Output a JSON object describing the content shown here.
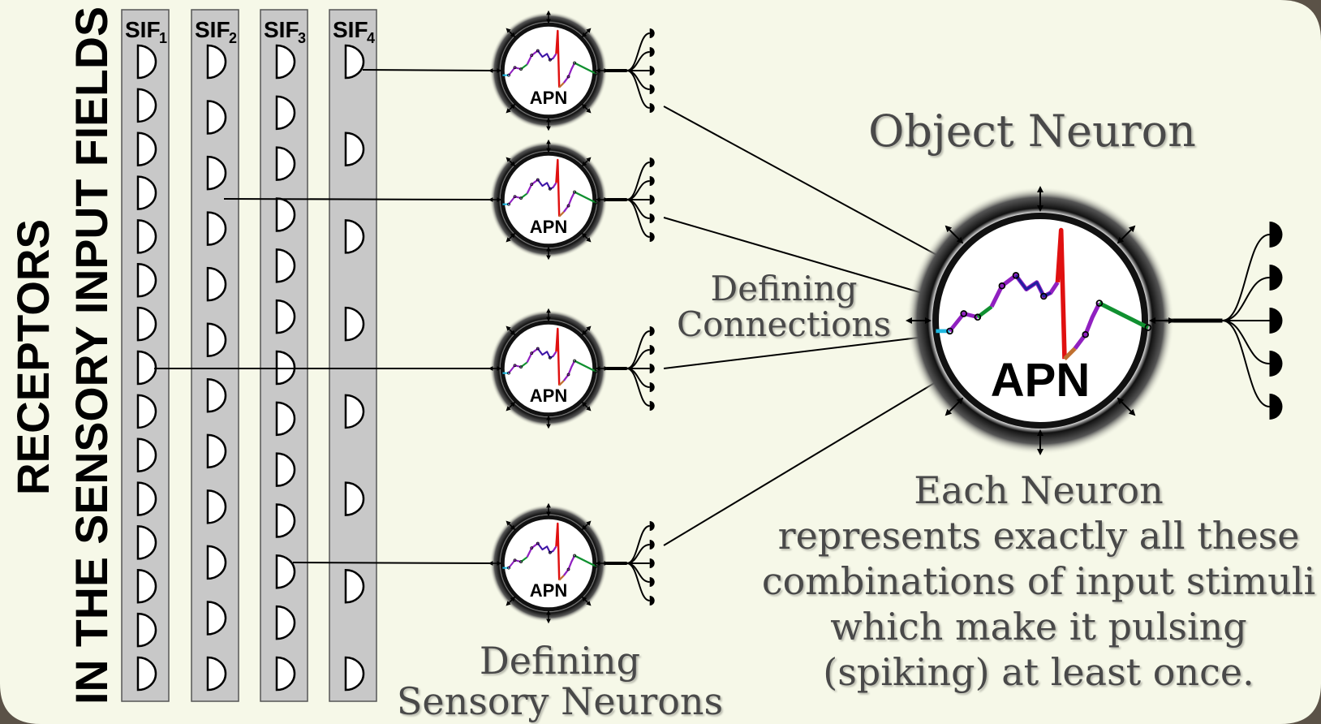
{
  "vertical_title": {
    "line1": "RECEPTORS",
    "line2": "IN THE SENSORY INPUT FIELDS"
  },
  "sif_columns": [
    {
      "label": "SIF",
      "sub": "1",
      "receptors": 15
    },
    {
      "label": "SIF",
      "sub": "2",
      "receptors": 12
    },
    {
      "label": "SIF",
      "sub": "3",
      "receptors": 13
    },
    {
      "label": "SIF",
      "sub": "4",
      "receptors": 8
    }
  ],
  "sensory_neuron_label": "APN",
  "object_neuron_label": "APN",
  "object_neuron_title": "Object Neuron",
  "defining_connections": [
    "Defining",
    "Connections"
  ],
  "defining_sensory_neurons": [
    "Defining",
    "Sensory Neurons"
  ],
  "description": [
    "Each Neuron",
    "represents exactly all these",
    "combinations of input stimuli",
    "which make it pulsing",
    "(spiking) at least once."
  ],
  "colors": {
    "background": "#f6f8e8",
    "frame": "#5b5247",
    "sif_fill": "#c8c8c8",
    "text_serif": "#4a4a4a",
    "spike": "#e01010",
    "wave_purple": "#9020c0",
    "wave_blue": "#2020a0",
    "wave_green": "#109030",
    "wave_cyan": "#20b8e0",
    "wave_orange": "#c07030"
  }
}
